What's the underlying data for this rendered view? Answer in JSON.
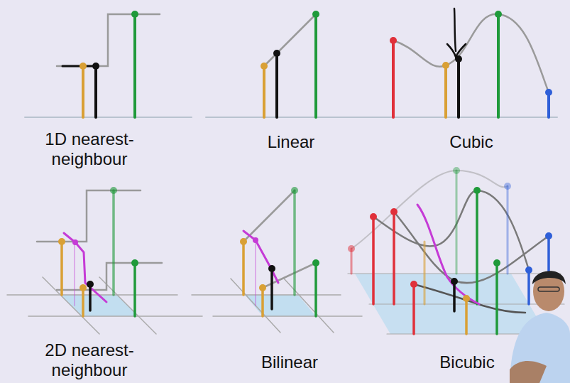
{
  "diagram": {
    "labels": [
      "1D nearest-neighbour",
      "Linear",
      "Cubic",
      "2D nearest-neighbour",
      "Bilinear",
      "Bicubic"
    ]
  }
}
